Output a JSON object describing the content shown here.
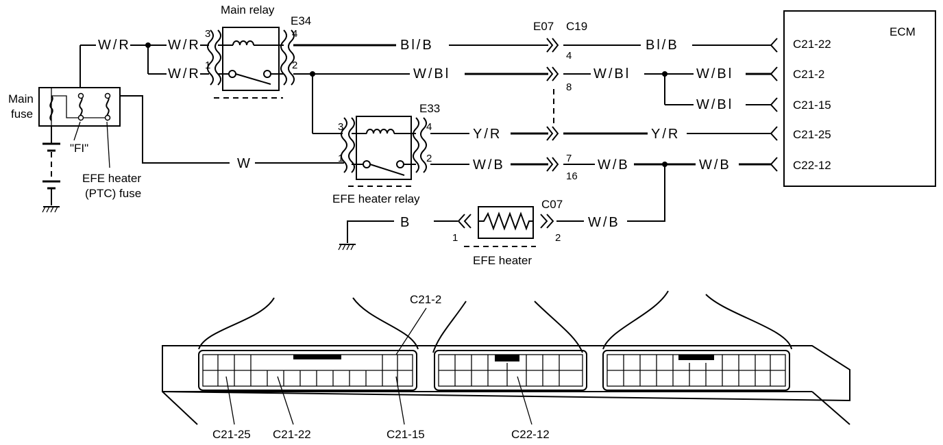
{
  "components": {
    "main_relay": {
      "title": "Main relay",
      "connector": "E34",
      "pins": [
        "3",
        "4",
        "1",
        "2"
      ]
    },
    "efe_relay": {
      "title": "EFE heater relay",
      "connector": "E33",
      "pins": [
        "3",
        "4",
        "1",
        "2"
      ]
    },
    "main_fuse": {
      "title_line1": "Main",
      "title_line2": "fuse",
      "fi_label": "\"FI\""
    },
    "efe_fuse": {
      "line1": "EFE heater",
      "line2": "(PTC) fuse"
    },
    "efe_heater": {
      "title": "EFE heater",
      "connector": "C07",
      "pin_left": "1",
      "pin_right": "2"
    },
    "joint": {
      "left": "E07",
      "right": "C19",
      "pins": [
        "4",
        "8",
        "7",
        "16"
      ]
    },
    "ecm": {
      "title": "ECM",
      "terminals": [
        "C21-22",
        "C21-2",
        "C21-15",
        "C21-25",
        "C22-12"
      ]
    }
  },
  "wires": {
    "w_r": "W/R",
    "bl_b": "Bl/B",
    "w_bl": "W/Bl",
    "y_r": "Y/R",
    "w_b": "W/B",
    "w": "W",
    "b": "B"
  },
  "connector_view": {
    "labels": [
      "C21-2",
      "C21-25",
      "C21-22",
      "C21-15",
      "C22-12"
    ]
  }
}
